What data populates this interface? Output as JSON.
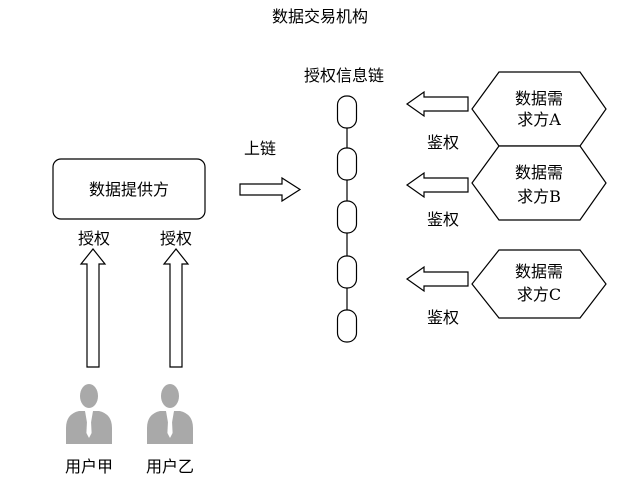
{
  "title": "数据交易机构",
  "chain": {
    "label": "授权信息链"
  },
  "provider": {
    "label": "数据提供方"
  },
  "upload": {
    "label": "上链"
  },
  "users": [
    {
      "name": "用户甲",
      "action": "授权"
    },
    {
      "name": "用户乙",
      "action": "授权"
    }
  ],
  "demanders": [
    {
      "line1": "数据需",
      "line2": "求方A",
      "action": "鉴权"
    },
    {
      "line1": "数据需",
      "line2": "求方B",
      "action": "鉴权"
    },
    {
      "line1": "数据需",
      "line2": "求方C",
      "action": "鉴权"
    }
  ],
  "colors": {
    "stroke": "#000000",
    "person": "#a9a9a9"
  }
}
